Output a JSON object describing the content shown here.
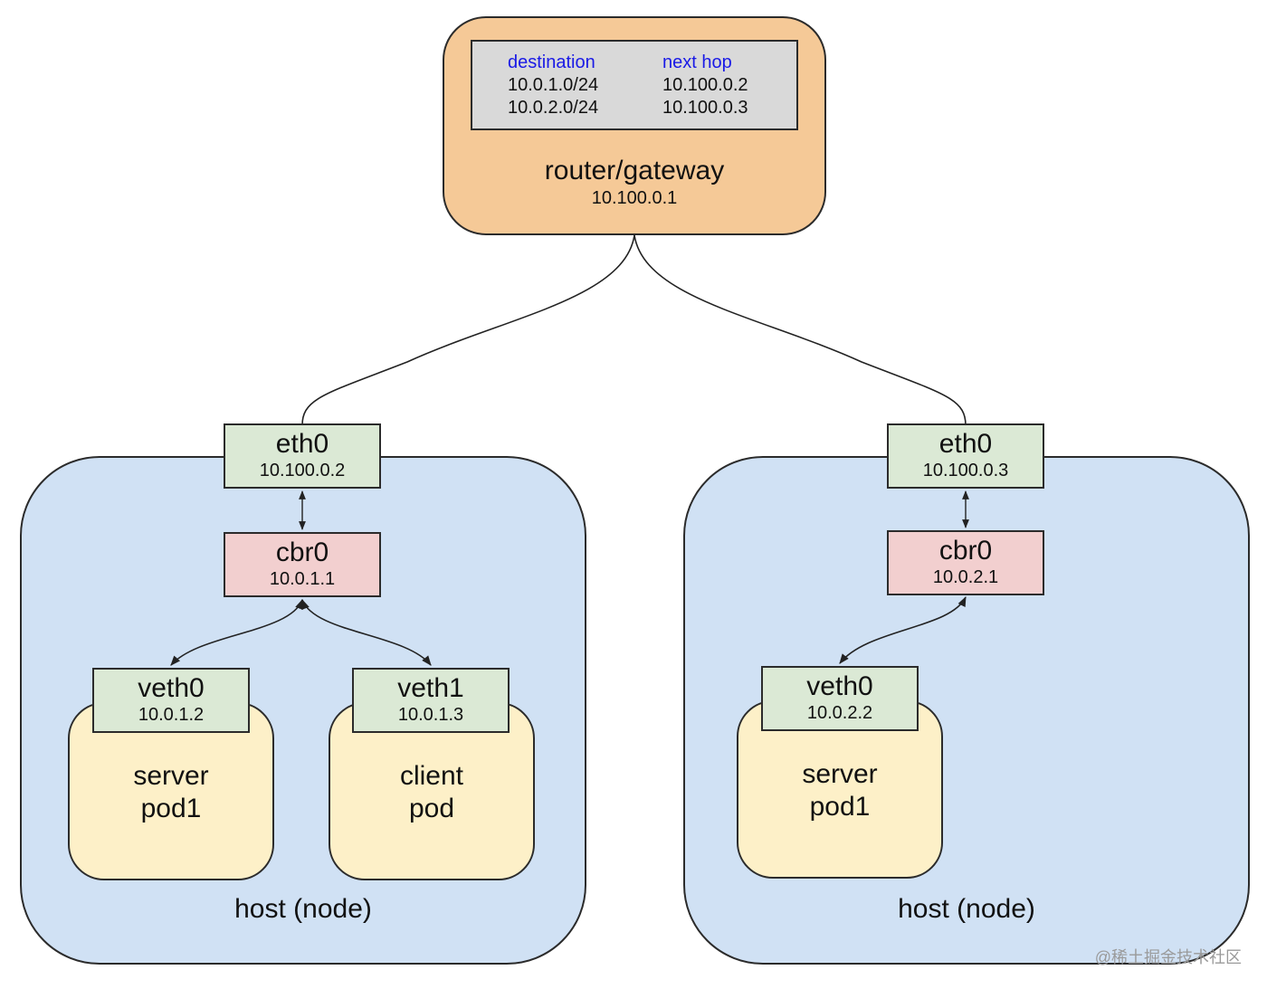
{
  "router": {
    "table_headers": [
      "destination",
      "next hop"
    ],
    "table_rows": [
      [
        "10.0.1.0/24",
        "10.100.0.2"
      ],
      [
        "10.0.2.0/24",
        "10.100.0.3"
      ]
    ],
    "title": "router/gateway",
    "ip": "10.100.0.1"
  },
  "hosts": [
    {
      "label": "host (node)",
      "eth0": {
        "name": "eth0",
        "ip": "10.100.0.2"
      },
      "cbr0": {
        "name": "cbr0",
        "ip": "10.0.1.1"
      },
      "pods": [
        {
          "veth": {
            "name": "veth0",
            "ip": "10.0.1.2"
          },
          "lines": [
            "server",
            "pod1"
          ]
        },
        {
          "veth": {
            "name": "veth1",
            "ip": "10.0.1.3"
          },
          "lines": [
            "client",
            "pod"
          ]
        }
      ]
    },
    {
      "label": "host (node)",
      "eth0": {
        "name": "eth0",
        "ip": "10.100.0.3"
      },
      "cbr0": {
        "name": "cbr0",
        "ip": "10.0.2.1"
      },
      "pods": [
        {
          "veth": {
            "name": "veth0",
            "ip": "10.0.2.2"
          },
          "lines": [
            "server",
            "pod1"
          ]
        }
      ]
    }
  ],
  "watermark": "@稀土掘金技术社区",
  "colors": {
    "router_fill": "#f5c997",
    "table_fill": "#d9d9d9",
    "table_header_text": "#1a1ae6",
    "host_fill": "#d0e1f4",
    "pod_fill": "#fdf0c8",
    "iface_green": "#dbe9d5",
    "iface_pink": "#f2cfcf"
  }
}
